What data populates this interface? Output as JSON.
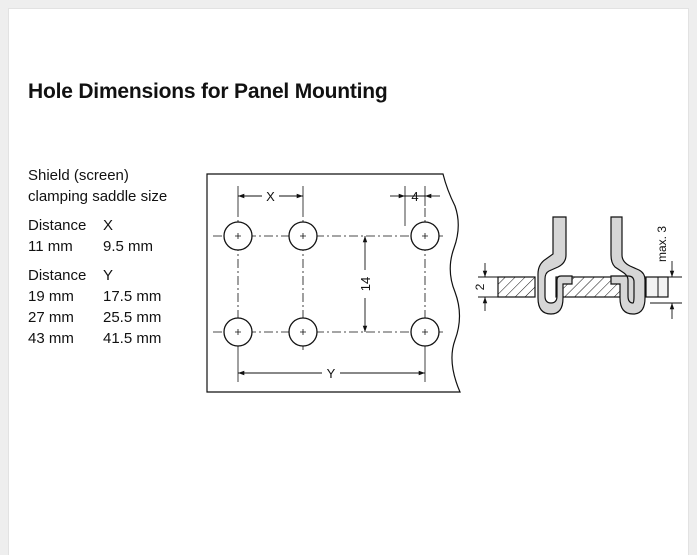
{
  "title": "Hole Dimensions for Panel Mounting",
  "legend": {
    "line1": "Shield (screen)",
    "line2": "clamping saddle size",
    "x_header": [
      "Distance",
      "X"
    ],
    "x_rows": [
      [
        "11 mm",
        "9.5 mm"
      ]
    ],
    "y_header": [
      "Distance",
      "Y"
    ],
    "y_rows": [
      [
        "19 mm",
        "17.5 mm"
      ],
      [
        "27 mm",
        "25.5 mm"
      ],
      [
        "43 mm",
        "41.5 mm"
      ]
    ]
  },
  "drawing": {
    "label_x": "X",
    "label_y": "Y",
    "dim_4": "4",
    "dim_14": "14",
    "dim_2": "2",
    "dim_max3": "max. 3"
  },
  "colors": {
    "line": "#111111",
    "clip_fill": "#d6d6d6",
    "panel_fill": "#f2f2f2"
  }
}
